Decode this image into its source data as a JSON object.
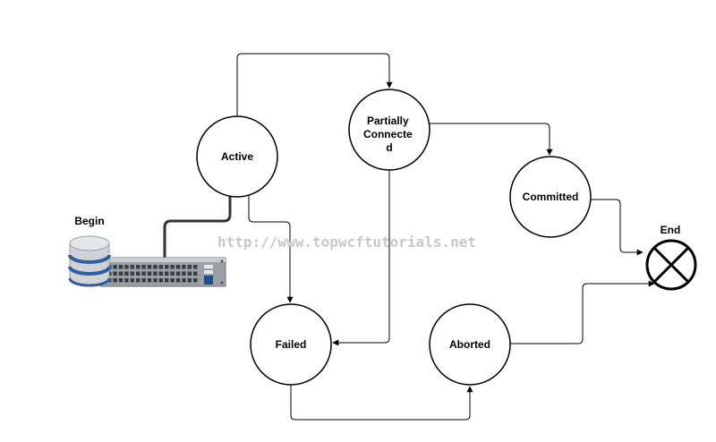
{
  "diagram": {
    "nodes": {
      "active": {
        "label": "Active"
      },
      "partially_connected": {
        "label_lines": [
          "Partially",
          "Connecte",
          "d"
        ]
      },
      "committed": {
        "label": "Committed"
      },
      "failed": {
        "label": "Failed"
      },
      "aborted": {
        "label": "Aborted"
      },
      "begin": {
        "label": "Begin"
      },
      "end": {
        "label": "End"
      }
    },
    "watermark": "http://www.topwcftutorials.net"
  },
  "colors": {
    "stroke": "#000000",
    "watermark": "#c8c8c8",
    "db_blue": "#2f5f9e",
    "switch_gray": "#9aa0a6"
  }
}
